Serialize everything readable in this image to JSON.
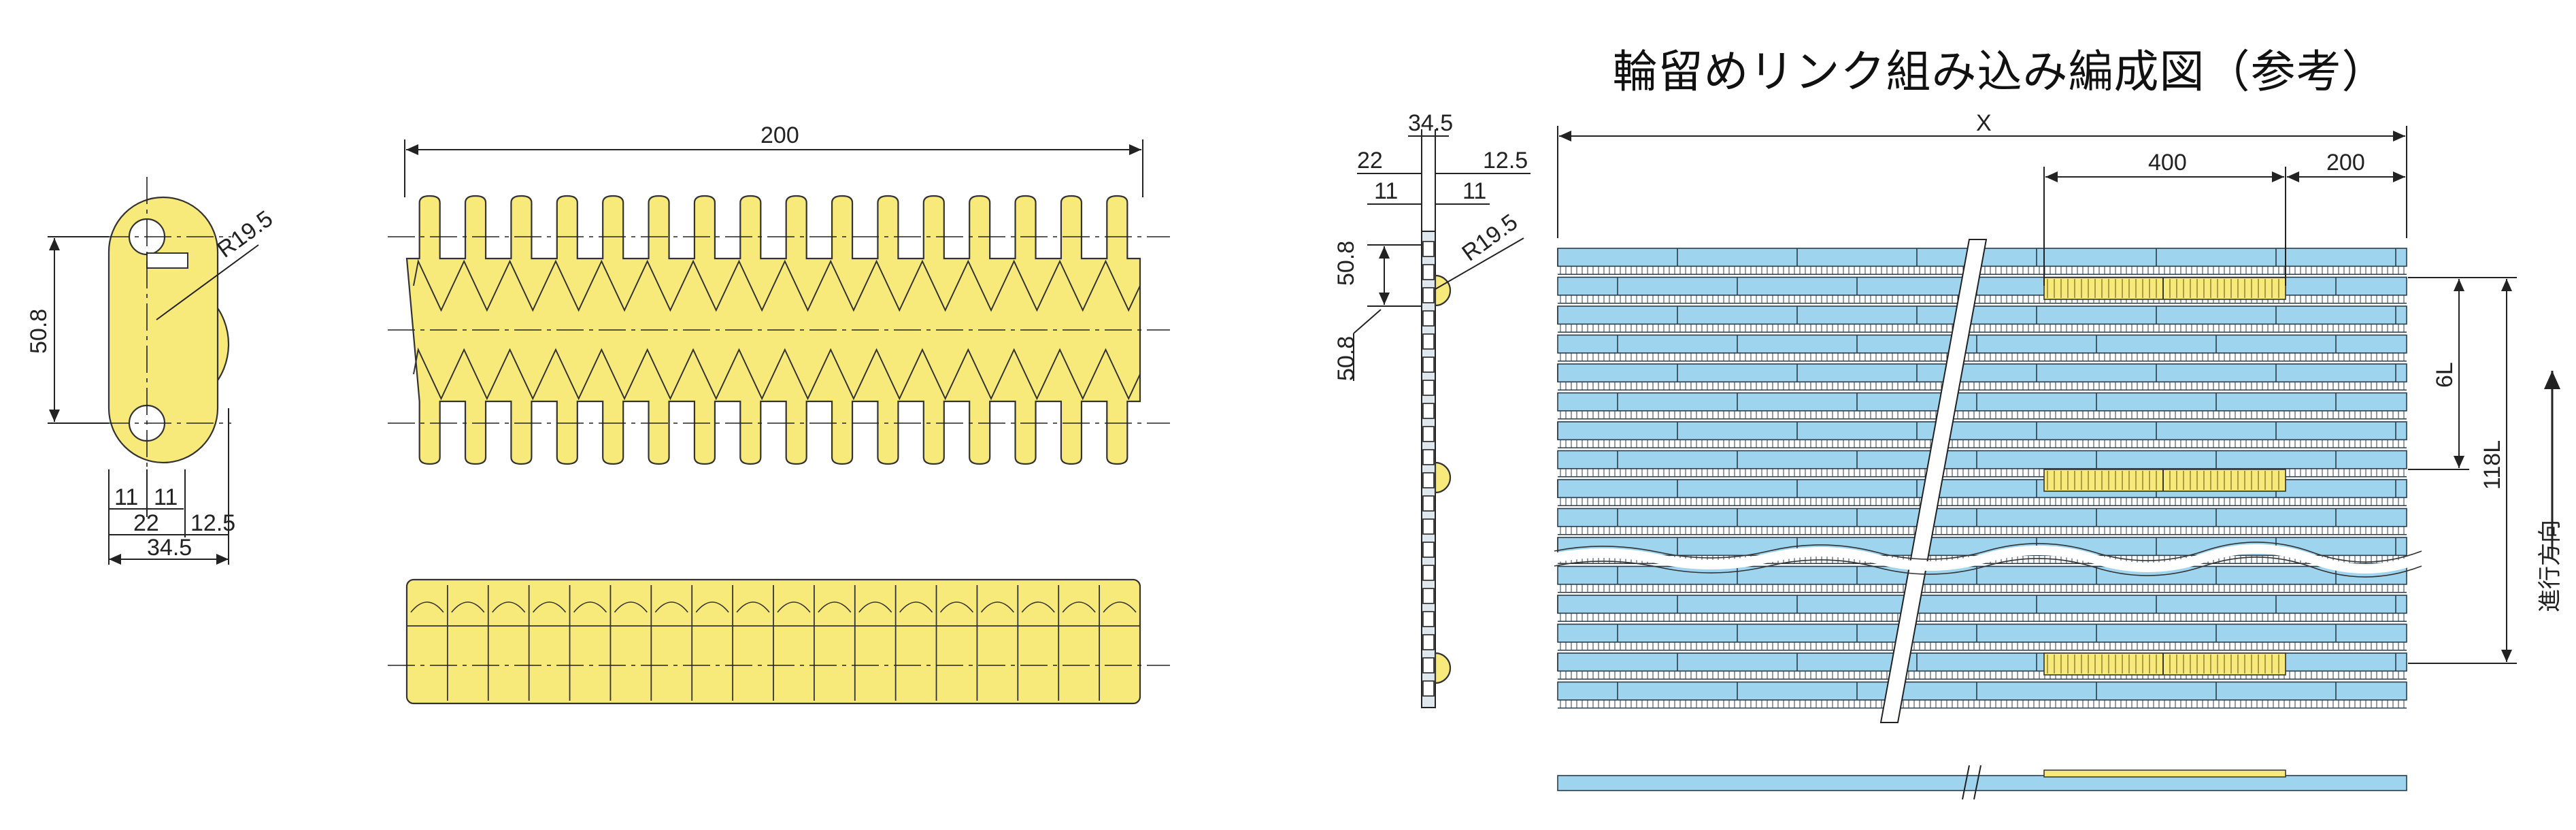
{
  "title": "輪留めリンク組み込み編成図（参考）",
  "colors": {
    "module_yellow": "#f7ea7a",
    "belt_blue": "#9fd4ef",
    "line": "#222222"
  },
  "side_view_left": {
    "radius": "R19.5",
    "pitch": "50.8",
    "w11a": "11",
    "w11b": "11",
    "w22": "22",
    "w12_5": "12.5",
    "w34_5": "34.5"
  },
  "top_view": {
    "width": "200"
  },
  "belt_side_view": {
    "w34_5": "34.5",
    "w22": "22",
    "w12_5": "12.5",
    "w11a": "11",
    "w11b": "11",
    "pitch_a": "50.8",
    "pitch_b": "50.8",
    "radius": "R19.5"
  },
  "belt_layout": {
    "x": "X",
    "spacing_400": "400",
    "edge_200": "200",
    "six_l": "6L",
    "total_118l": "118L",
    "direction": "進行方向"
  }
}
